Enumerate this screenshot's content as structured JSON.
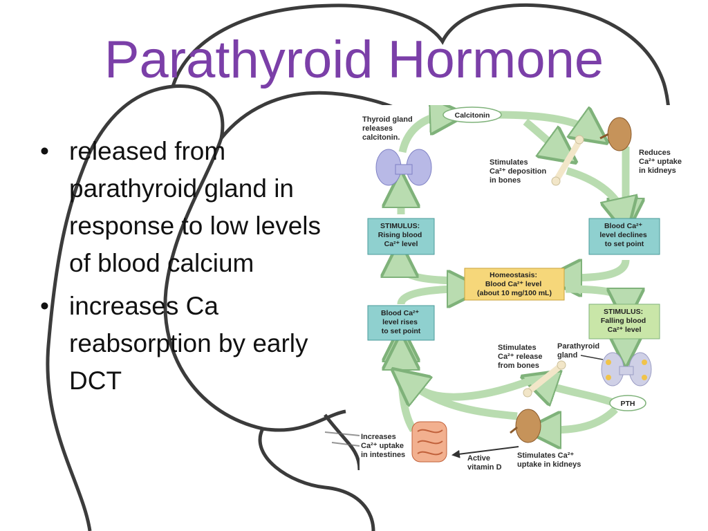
{
  "slide": {
    "title": "Parathyroid Hormone",
    "bullets": [
      "released from parathyroid gland in response to low levels of blood calcium",
      "increases Ca reabsorption by early DCT"
    ],
    "bullet_glyph": "•"
  },
  "diagram": {
    "calcitonin_label": "Calcitonin",
    "thyroid_text": [
      "Thyroid gland",
      "releases",
      "calcitonin."
    ],
    "deposition_text": [
      "Stimulates",
      "Ca²⁺ deposition",
      "in bones"
    ],
    "reduces_text": [
      "Reduces",
      "Ca²⁺ uptake",
      "in kidneys"
    ],
    "stimulus_rising": [
      "STIMULUS:",
      "Rising blood",
      "Ca²⁺ level"
    ],
    "declines_box": [
      "Blood Ca²⁺",
      "level declines",
      "to set point"
    ],
    "homeostasis_box": [
      "Homeostasis:",
      "Blood Ca²⁺ level",
      "(about 10 mg/100 mL)"
    ],
    "rises_box": [
      "Blood Ca²⁺",
      "level rises",
      "to set point"
    ],
    "stimulus_falling": [
      "STIMULUS:",
      "Falling blood",
      "Ca²⁺ level"
    ],
    "release_text": [
      "Stimulates",
      "Ca²⁺ release",
      "from bones"
    ],
    "parathyroid_text": [
      "Parathyroid",
      "gland"
    ],
    "pth_label": "PTH",
    "intestine_text": [
      "Increases",
      "Ca²⁺ uptake",
      "in intestines"
    ],
    "vitamin_text": [
      "Active",
      "vitamin D"
    ],
    "kidney_text": [
      "Stimulates Ca²⁺",
      "uptake in kidneys"
    ],
    "colors": {
      "arrow": "#b9dcb0",
      "arrow_edge": "#7fb27a",
      "teal_box": "#8fd0cf",
      "yellow_box": "#f6d77a",
      "green_box": "#c9e6a8",
      "title": "#7b3fa8"
    }
  }
}
